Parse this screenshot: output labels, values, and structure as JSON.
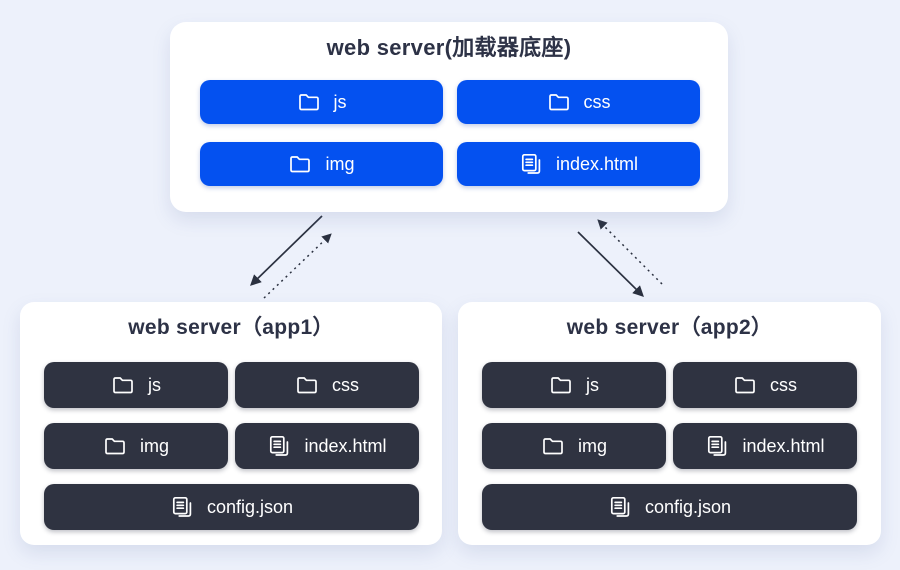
{
  "base": {
    "title": "web server(加载器底座)",
    "buttons": [
      {
        "label": "js",
        "icon": "folder"
      },
      {
        "label": "css",
        "icon": "folder"
      },
      {
        "label": "img",
        "icon": "folder"
      },
      {
        "label": "index.html",
        "icon": "file"
      }
    ]
  },
  "apps": [
    {
      "title": "web server（app1）",
      "buttons": [
        {
          "label": "js",
          "icon": "folder"
        },
        {
          "label": "css",
          "icon": "folder"
        },
        {
          "label": "img",
          "icon": "folder"
        },
        {
          "label": "index.html",
          "icon": "file"
        },
        {
          "label": "config.json",
          "icon": "file"
        }
      ]
    },
    {
      "title": "web server（app2）",
      "buttons": [
        {
          "label": "js",
          "icon": "folder"
        },
        {
          "label": "css",
          "icon": "folder"
        },
        {
          "label": "img",
          "icon": "folder"
        },
        {
          "label": "index.html",
          "icon": "file"
        },
        {
          "label": "config.json",
          "icon": "file"
        }
      ]
    }
  ],
  "connections": [
    {
      "from": "base",
      "to": "app1",
      "style": "solid"
    },
    {
      "from": "app1",
      "to": "base",
      "style": "dashed"
    },
    {
      "from": "base",
      "to": "app2",
      "style": "solid"
    },
    {
      "from": "app2",
      "to": "base",
      "style": "dashed"
    }
  ],
  "colors": {
    "background": "#edf1fb",
    "card": "#ffffff",
    "primary_node": "#0451f0",
    "dark_node": "#2f3341",
    "title_text": "#2d3246",
    "node_text": "#ffffff",
    "arrow": "#2b3140"
  }
}
